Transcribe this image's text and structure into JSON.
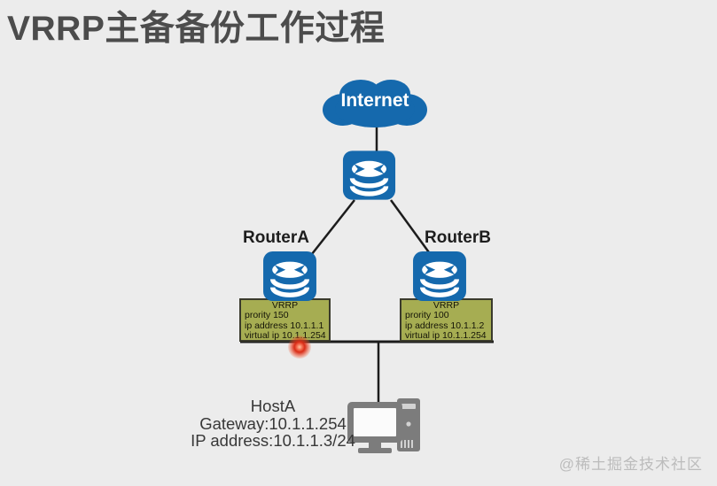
{
  "title": "VRRP主备备份工作过程",
  "internet_cloud": {
    "label": "Internet"
  },
  "router_a": {
    "label": "RouterA",
    "vrrp_box": [
      "VRRP",
      "prority 150",
      "ip address 10.1.1.1",
      "virtual ip 10.1.1.254"
    ]
  },
  "router_b": {
    "label": "RouterB",
    "vrrp_box": [
      "VRRP",
      "prority 100",
      "ip address 10.1.1.2",
      "virtual ip 10.1.1.254"
    ]
  },
  "host": {
    "label": "HostA",
    "gateway": "Gateway:10.1.1.254",
    "ip_address": "IP address:10.1.1.3/24"
  },
  "watermark": "@稀土掘金技术社区",
  "icons": {
    "cloud": "internet-cloud-icon",
    "router": "router-stack-icon",
    "host": "desktop-computer-icon",
    "laser": "laser-pointer-dot"
  },
  "colors": {
    "background": "#ececec",
    "device_blue": "#1569ad",
    "vrrp_box_green": "#a6ad52",
    "vrrp_box_border": "#3a3a2c",
    "line_black": "#1c1c1c",
    "host_gray": "#7c7c7c",
    "laser_red": "#d92c16",
    "title_gray": "#4c4c4c",
    "watermark_gray": "#bcbcbc"
  }
}
